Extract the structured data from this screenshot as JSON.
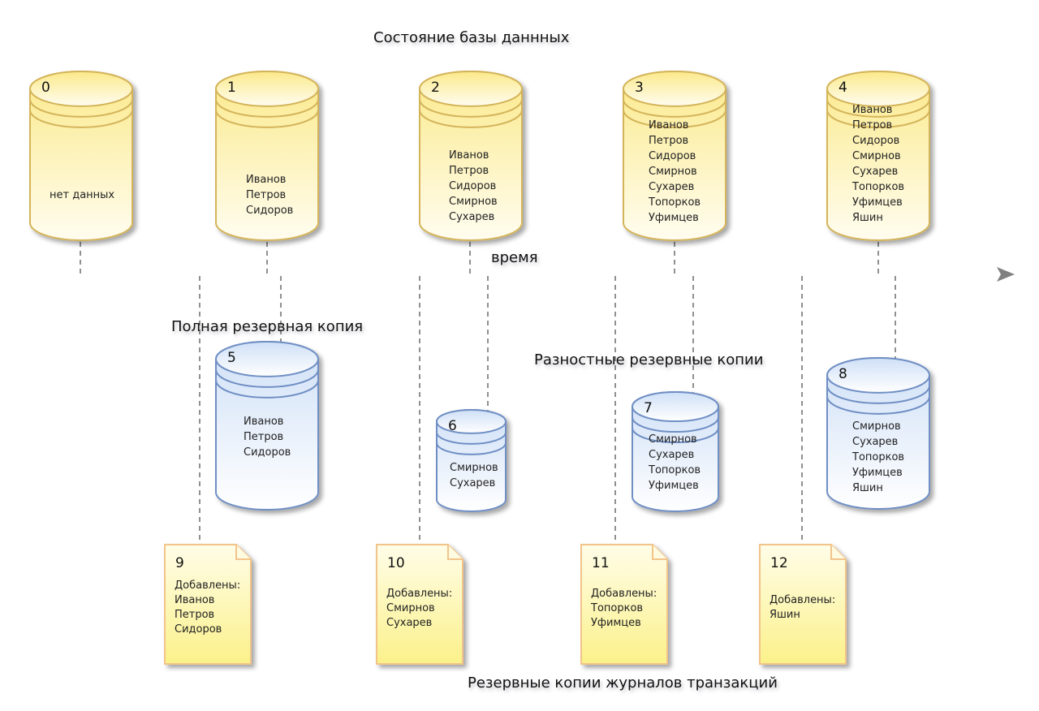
{
  "headings": {
    "db_state": "Состояние базы даннных",
    "time_axis": "время",
    "full_backup": "Полная резервная копия",
    "diff_backups": "Разностные резервные копии",
    "tlog_backups": "Резервные копии журналов транзакций"
  },
  "colors": {
    "db_fill_top": "#fbe98a",
    "db_fill_bottom": "#fffdf0",
    "db_stroke": "#d4b45a",
    "backup_fill_top": "#cfe0f7",
    "backup_fill_bottom": "#ffffff",
    "backup_stroke": "#6f8fc4",
    "doc_fill_top": "#fffde8",
    "doc_fill_bottom": "#fbf18a",
    "doc_stroke": "#f2c48a",
    "axis": "#808080"
  },
  "database_states": [
    {
      "id": "0",
      "lines": [
        "нет данных"
      ]
    },
    {
      "id": "1",
      "lines": [
        "Иванов",
        "Петров",
        "Сидоров"
      ]
    },
    {
      "id": "2",
      "lines": [
        "Иванов",
        "Петров",
        "Сидоров",
        "Смирнов",
        "Сухарев"
      ]
    },
    {
      "id": "3",
      "lines": [
        "Иванов",
        "Петров",
        "Сидоров",
        "Смирнов",
        "Сухарев",
        "Топорков",
        "Уфимцев"
      ]
    },
    {
      "id": "4",
      "lines": [
        "Иванов",
        "Петров",
        "Сидоров",
        "Смирнов",
        "Сухарев",
        "Топорков",
        "Уфимцев",
        "Яшин"
      ]
    }
  ],
  "full_backup": {
    "id": "5",
    "lines": [
      "Иванов",
      "Петров",
      "Сидоров"
    ]
  },
  "diff_backups": [
    {
      "id": "6",
      "lines": [
        "Смирнов",
        "Сухарев"
      ]
    },
    {
      "id": "7",
      "lines": [
        "Смирнов",
        "Сухарев",
        "Топорков",
        "Уфимцев"
      ]
    },
    {
      "id": "8",
      "lines": [
        "Смирнов",
        "Сухарев",
        "Топорков",
        "Уфимцев",
        "Яшин"
      ]
    }
  ],
  "tlog_backups": [
    {
      "id": "9",
      "header": "Добавлены:",
      "lines": [
        "Иванов",
        "Петров",
        "Сидоров"
      ]
    },
    {
      "id": "10",
      "header": "Добавлены:",
      "lines": [
        "Смирнов",
        "Сухарев"
      ]
    },
    {
      "id": "11",
      "header": "Добавлены:",
      "lines": [
        "Топорков",
        "Уфимцев"
      ]
    },
    {
      "id": "12",
      "header": "Добавлены:",
      "lines": [
        "Яшин"
      ]
    }
  ]
}
